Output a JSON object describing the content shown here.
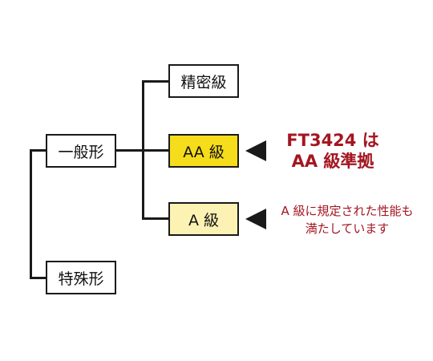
{
  "nodes": {
    "general": "一般形",
    "special": "特殊形",
    "precision": "精密級",
    "aa": "AA 級",
    "a": "A 級"
  },
  "notes": {
    "aa_line1": "FT3424 は",
    "aa_line2": "AA 級準拠",
    "a_line1": "A 級に規定された性能も",
    "a_line2": "満たしています"
  },
  "colors": {
    "aa_fill": "#f5dd1b",
    "a_fill": "#fbf2b4",
    "note_text": "#a31621",
    "lines": "#1a1a1a"
  }
}
